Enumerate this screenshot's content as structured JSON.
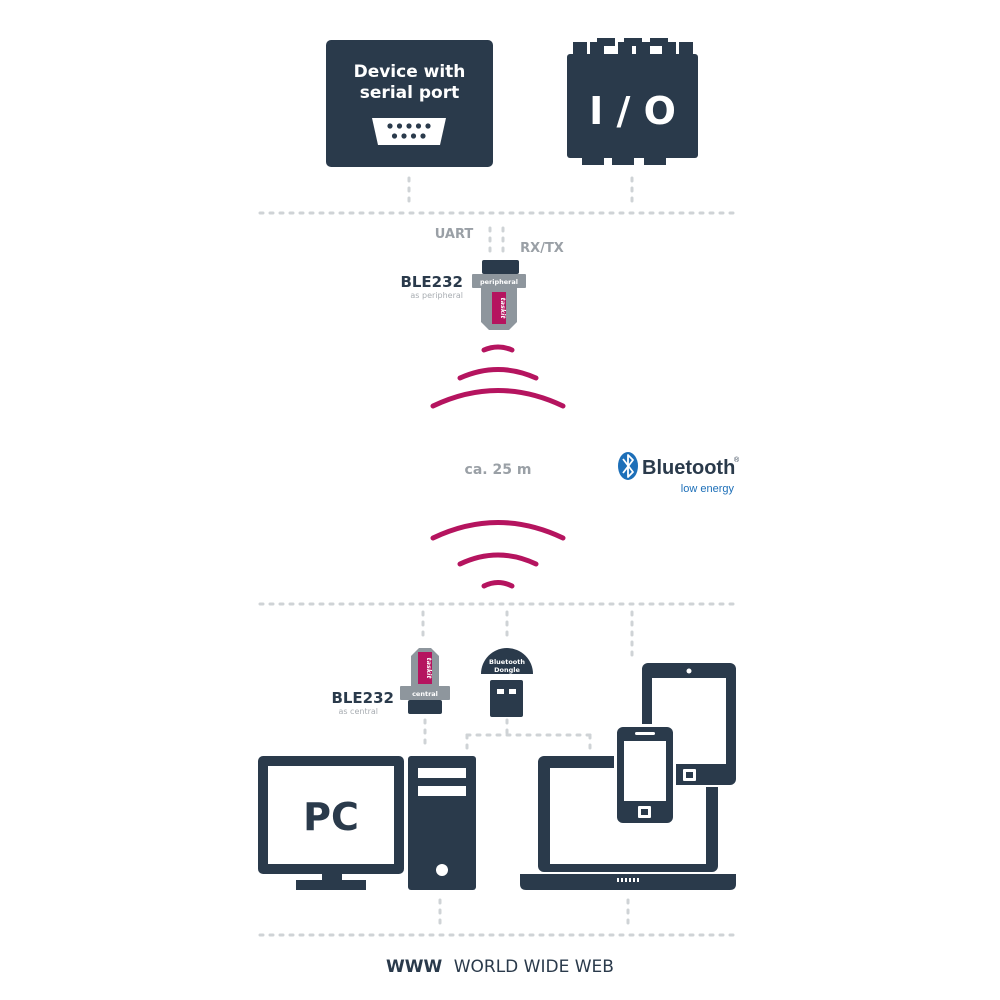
{
  "nodes": {
    "serial_device": {
      "line1": "Device with",
      "line2": "serial port"
    },
    "io": {
      "label": "I / O"
    },
    "uart": "UART",
    "rxtx": "RX/TX",
    "ble_peripheral": {
      "name": "BLE232",
      "role": "as peripheral",
      "adapter_tag": "peripheral",
      "brand": "taskit"
    },
    "distance": "ca. 25 m",
    "bluetooth": {
      "word": "Bluetooth",
      "reg": "®",
      "sub": "low energy"
    },
    "ble_central": {
      "name": "BLE232",
      "role": "as central",
      "adapter_tag": "central",
      "brand": "taskit"
    },
    "dongle": {
      "line1": "Bluetooth",
      "line2": "Dongle"
    },
    "pc": {
      "label": "PC"
    },
    "www": {
      "bold": "WWW",
      "rest": "WORLD WIDE WEB"
    }
  },
  "colors": {
    "navy": "#2a3a4b",
    "magenta": "#b5145f",
    "grey": "#9aa0a6",
    "dots": "#cfd3d6"
  },
  "icons": [
    "db9-connector-icon",
    "bluetooth-icon",
    "usb-dongle-icon",
    "monitor-icon",
    "tower-icon",
    "laptop-icon",
    "tablet-icon",
    "phone-icon"
  ]
}
